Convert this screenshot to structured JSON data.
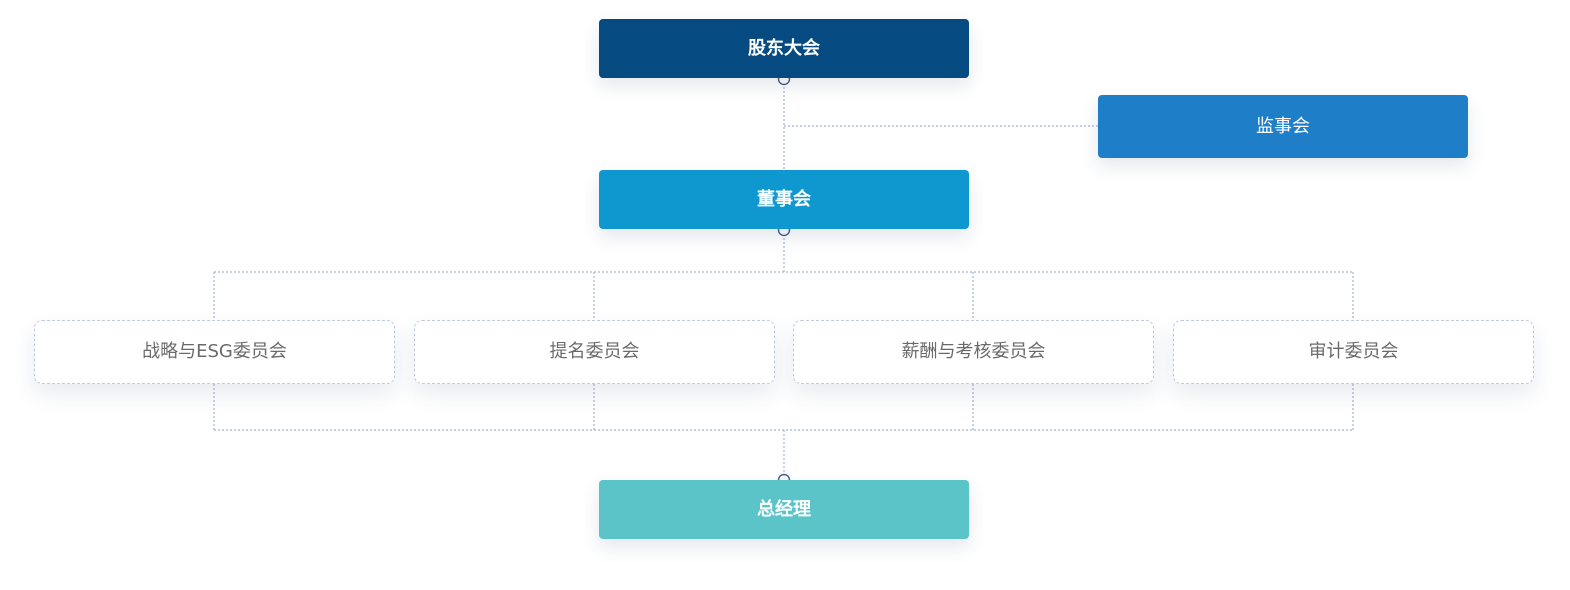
{
  "nodes": {
    "shareholders": {
      "label": "股东大会",
      "color": "#054a80"
    },
    "supervisors": {
      "label": "监事会",
      "color": "#1e7fc8"
    },
    "board": {
      "label": "董事会",
      "color": "#0f97d0"
    },
    "general_manager": {
      "label": "总经理",
      "color": "#5bc4c9"
    },
    "committees": [
      {
        "label": "战略与ESG委员会"
      },
      {
        "label": "提名委员会"
      },
      {
        "label": "薪酬与考核委员会"
      },
      {
        "label": "审计委员会"
      }
    ]
  },
  "colors": {
    "connector": "#a7b0d4",
    "connector_dot_stroke": "#4e6390",
    "outline_border": "#c3c9de"
  }
}
